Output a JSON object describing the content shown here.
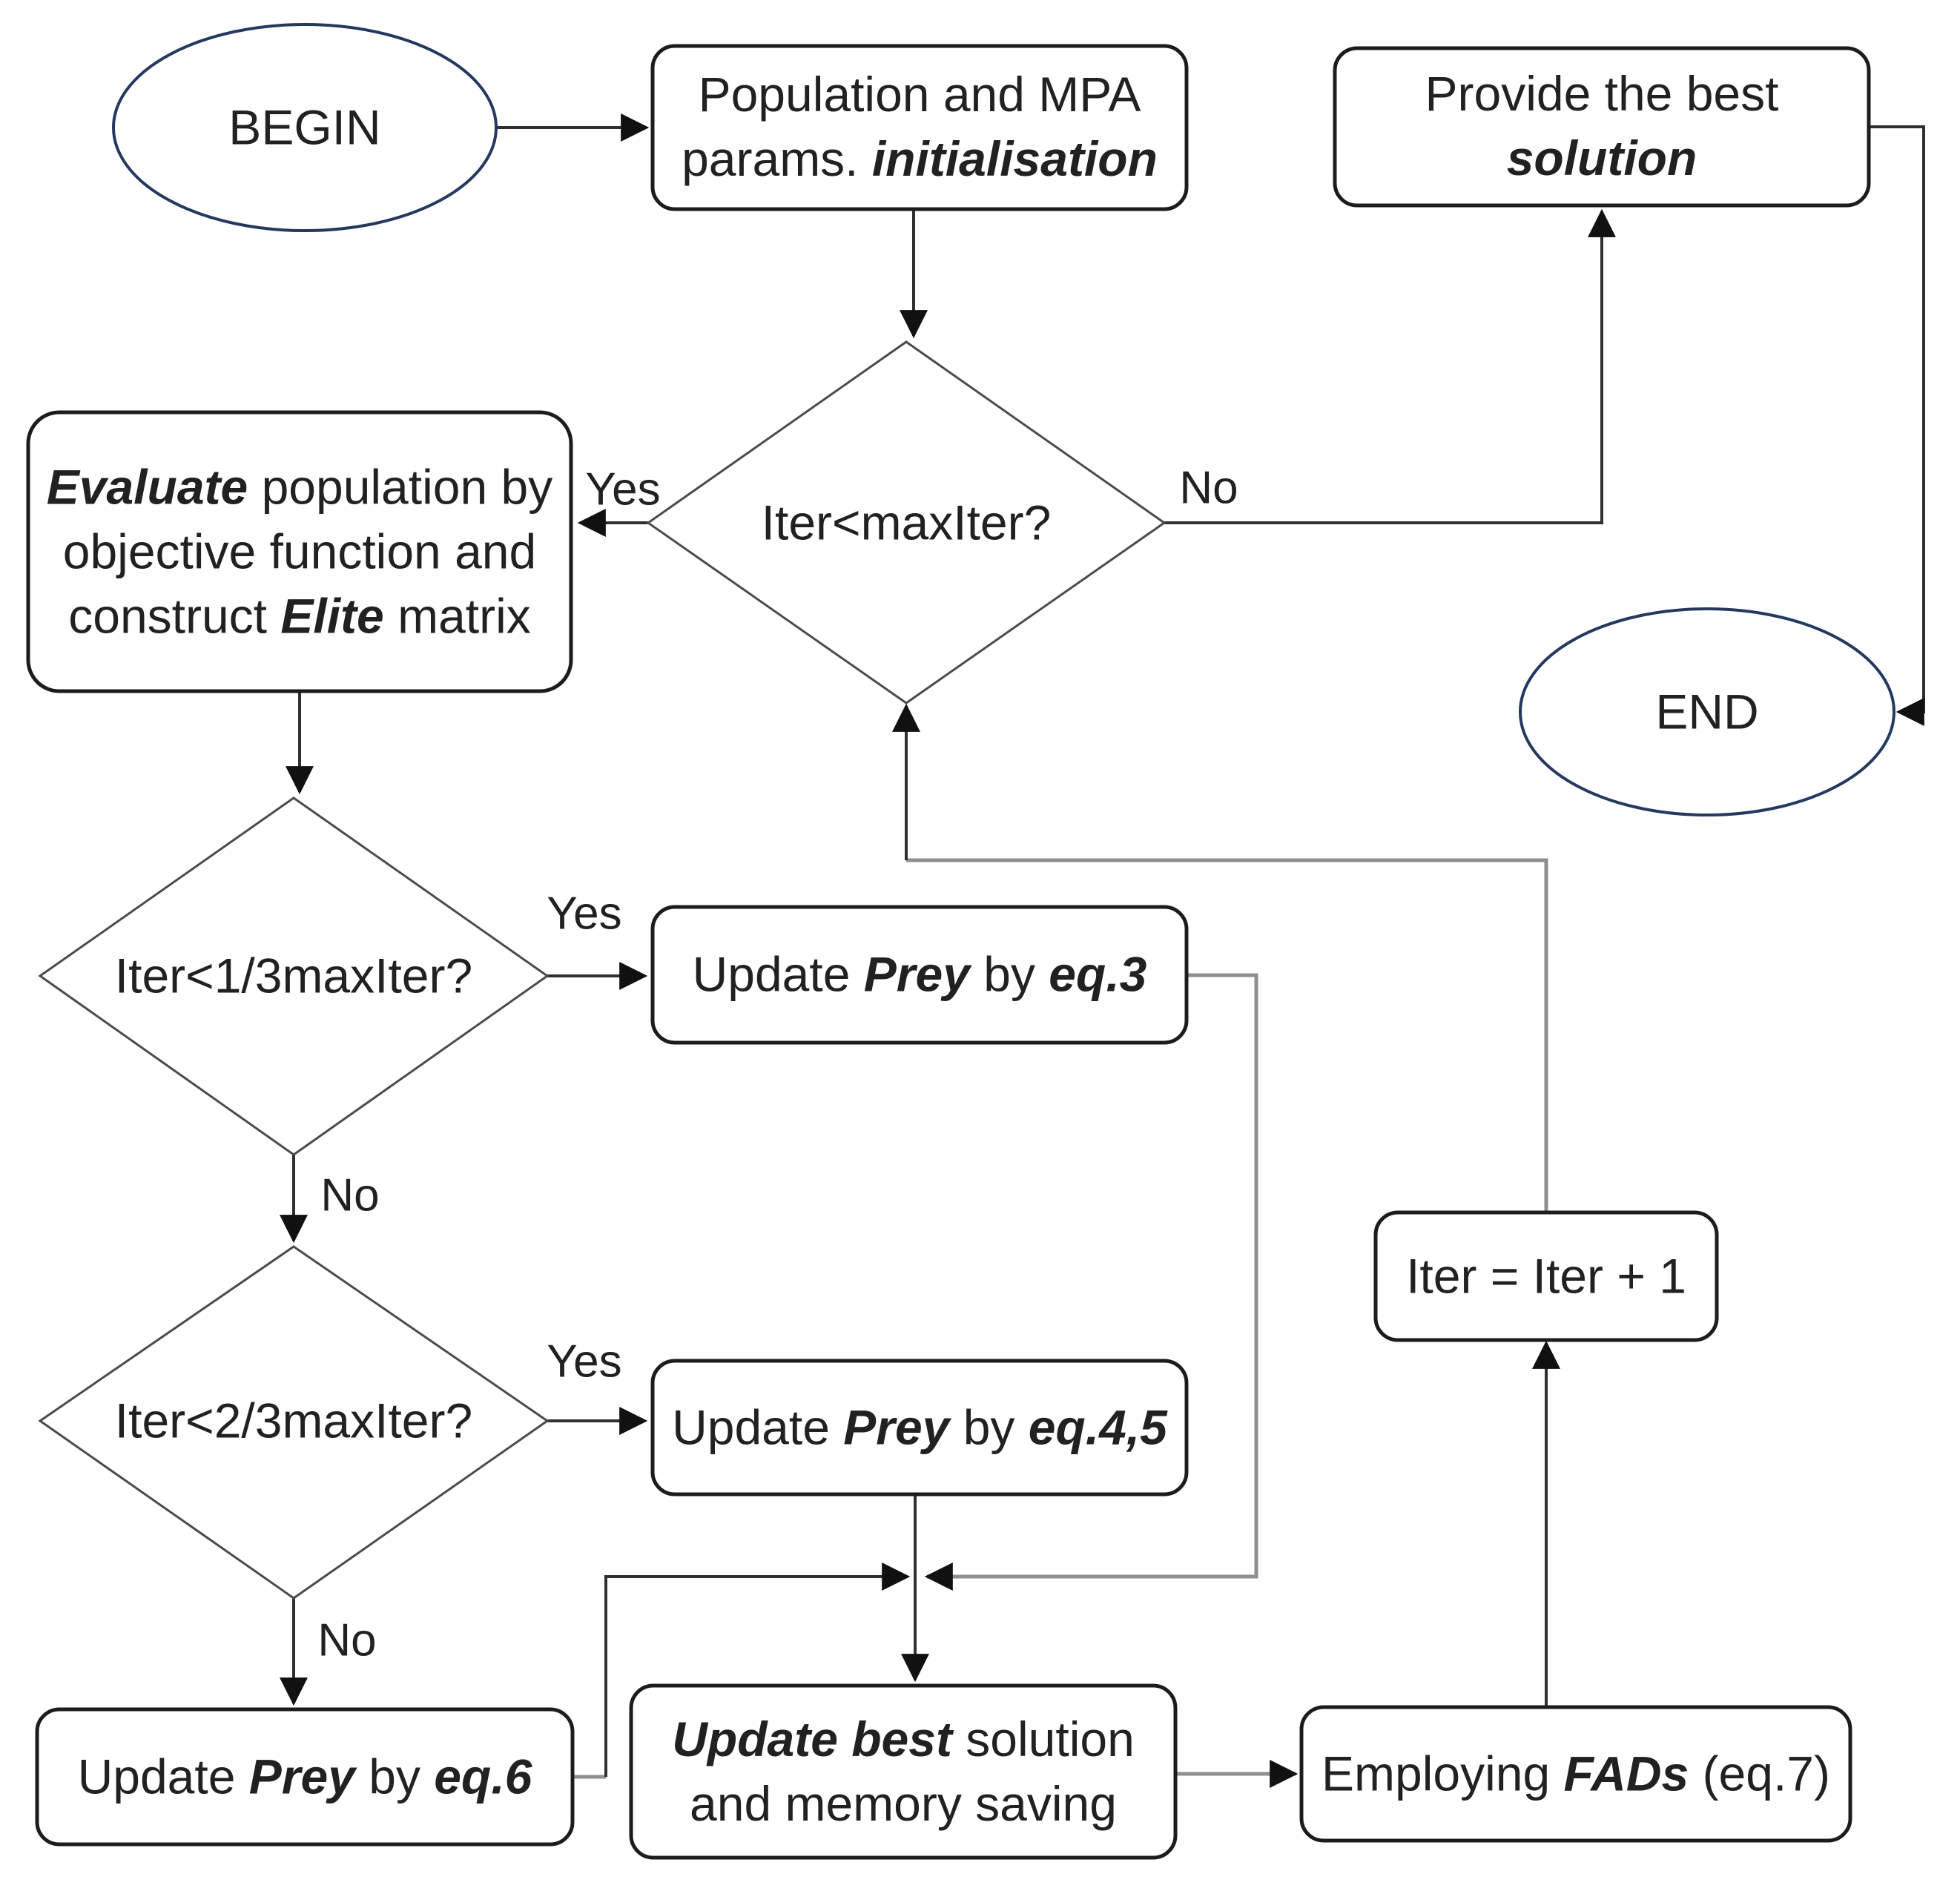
{
  "flowchart": {
    "nodes": {
      "begin": {
        "shape": "ellipse",
        "label": [
          {
            "t": "BEGIN"
          }
        ]
      },
      "init": {
        "shape": "rounded-rect",
        "label": [
          {
            "t": "Population and MPA params. "
          },
          {
            "t": "initialisation",
            "bi": true
          }
        ]
      },
      "provide": {
        "shape": "rounded-rect",
        "label": [
          {
            "t": "Provide the best "
          },
          {
            "t": "solution",
            "bi": true
          }
        ]
      },
      "iter_max": {
        "shape": "diamond",
        "label": [
          {
            "t": "Iter<maxIter?"
          }
        ]
      },
      "evaluate": {
        "shape": "rounded-rect",
        "label": [
          {
            "t": "Evaluate",
            "bi": true
          },
          {
            "t": " population by objective function and construct "
          },
          {
            "t": "Elite",
            "bi": true
          },
          {
            "t": " matrix"
          }
        ]
      },
      "end": {
        "shape": "ellipse",
        "label": [
          {
            "t": "END"
          }
        ]
      },
      "iter_one_third": {
        "shape": "diamond",
        "label": [
          {
            "t": "Iter<1/3maxIter?"
          }
        ]
      },
      "update_eq3": {
        "shape": "rounded-rect",
        "label": [
          {
            "t": "Update "
          },
          {
            "t": "Prey",
            "bi": true
          },
          {
            "t": " by "
          },
          {
            "t": "eq.3",
            "bi": true
          }
        ]
      },
      "iter_two_thirds": {
        "shape": "diamond",
        "label": [
          {
            "t": "Iter<2/3maxIter?"
          }
        ]
      },
      "update_eq45": {
        "shape": "rounded-rect",
        "label": [
          {
            "t": "Update "
          },
          {
            "t": "Prey",
            "bi": true
          },
          {
            "t": " by "
          },
          {
            "t": "eq.4,5",
            "bi": true
          }
        ]
      },
      "update_eq6": {
        "shape": "rounded-rect",
        "label": [
          {
            "t": "Update "
          },
          {
            "t": "Prey",
            "bi": true
          },
          {
            "t": " by "
          },
          {
            "t": "eq.6",
            "bi": true
          }
        ]
      },
      "update_best": {
        "shape": "rounded-rect",
        "label": [
          {
            "t": "Update best",
            "bi": true
          },
          {
            "t": " solution and memory saving"
          }
        ]
      },
      "employ_fads": {
        "shape": "rounded-rect",
        "label": [
          {
            "t": "Employing "
          },
          {
            "t": "FADs",
            "bi": true
          },
          {
            "t": " (eq.7)"
          }
        ]
      },
      "iter_increment": {
        "shape": "rounded-rect",
        "label": [
          {
            "t": "Iter = Iter + 1"
          }
        ]
      }
    },
    "edge_labels": {
      "yes": "Yes",
      "no": "No"
    }
  },
  "colors": {
    "node_border": "#1c1c1c",
    "terminal_border": "#24395e",
    "decision_border": "#4b4b4b",
    "connector": "#303030",
    "connector_muted": "#8f8f8f",
    "arrow": "#111111",
    "text": "#212121",
    "background": "#ffffff"
  }
}
